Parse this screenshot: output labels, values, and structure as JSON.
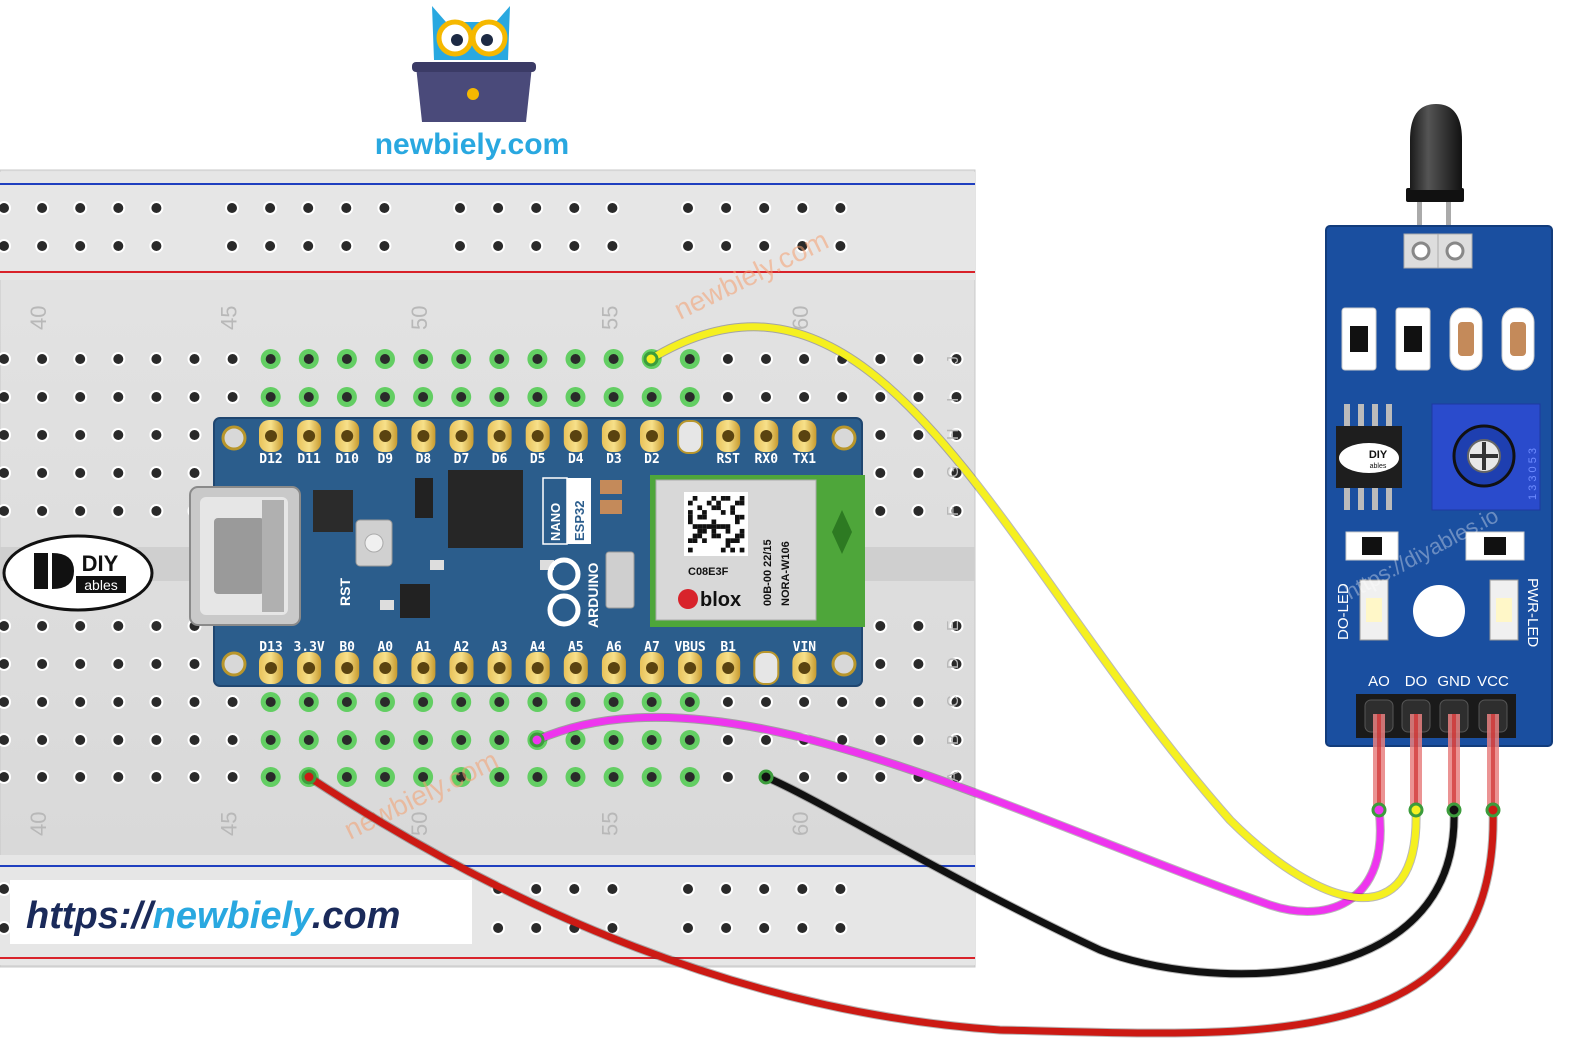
{
  "site": {
    "logo_text": "newbiely.com",
    "url_text_prefix": "https://",
    "url_text_domain": "newbiely",
    "url_text_suffix": ".com",
    "brand_badge_top": "DIY",
    "brand_badge_bottom": "ables",
    "watermark": "newbiely.com",
    "module_watermark": "https://diyables.io"
  },
  "breadboard": {
    "column_numbers": [
      "40",
      "45",
      "50",
      "55",
      "60"
    ],
    "row_labels_top": [
      "J",
      "I",
      "H",
      "G",
      "F"
    ],
    "row_labels_bottom": [
      "E",
      "D",
      "C",
      "B",
      "A"
    ]
  },
  "arduino": {
    "top_pins": [
      "D12",
      "D11",
      "D10",
      "D9",
      "D8",
      "D7",
      "D6",
      "D5",
      "D4",
      "D3",
      "D2",
      "",
      "RST",
      "RX0",
      "TX1"
    ],
    "bottom_pins": [
      "D13",
      "3.3V",
      "B0",
      "A0",
      "A1",
      "A2",
      "A3",
      "A4",
      "A5",
      "A6",
      "A7",
      "VBUS",
      "B1",
      "",
      "VIN"
    ],
    "board_name_1": "NANO",
    "board_name_2": "ESP32",
    "brand": "ARDUINO",
    "rst_label": "RST",
    "module_id": "C08E3F",
    "module_brand": "blox",
    "module_code_1": "00B-00 22/15",
    "module_code_2": "NORA-W106"
  },
  "sensor": {
    "pin_labels": [
      "AO",
      "DO",
      "GND",
      "VCC"
    ],
    "led_left": "DO-LED",
    "led_right": "PWR-LED",
    "chip_top": "DIY",
    "chip_bottom": "ables",
    "pot_code": "1 3 3 0 5 3"
  },
  "wires": [
    {
      "from": "sensor.AO",
      "to": "arduino.A4",
      "color": "#ee35ee"
    },
    {
      "from": "sensor.DO",
      "to": "arduino.D2",
      "color": "#f5f020"
    },
    {
      "from": "sensor.GND",
      "to": "arduino.B1",
      "color": "#111111"
    },
    {
      "from": "sensor.VCC",
      "to": "arduino.3.3V",
      "color": "#cc1a14"
    }
  ],
  "colors": {
    "board_blue": "#2b5d8c",
    "sensor_blue": "#1a4fa0",
    "rail_red": "#d9232b",
    "rail_blue": "#1f3fbf",
    "active_hole": "#55cc55"
  }
}
